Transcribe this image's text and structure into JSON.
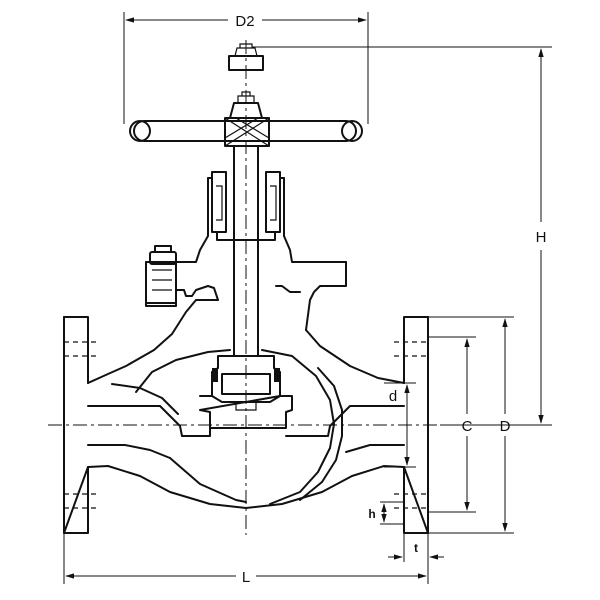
{
  "diagram": {
    "dimension_labels": {
      "handwheel_diameter": "D2",
      "height": "H",
      "flange_outer_diameter": "D",
      "bolt_circle_diameter": "C",
      "bore_diameter": "d",
      "length": "L",
      "flange_thickness": "t",
      "raised_face_height": "h"
    }
  }
}
